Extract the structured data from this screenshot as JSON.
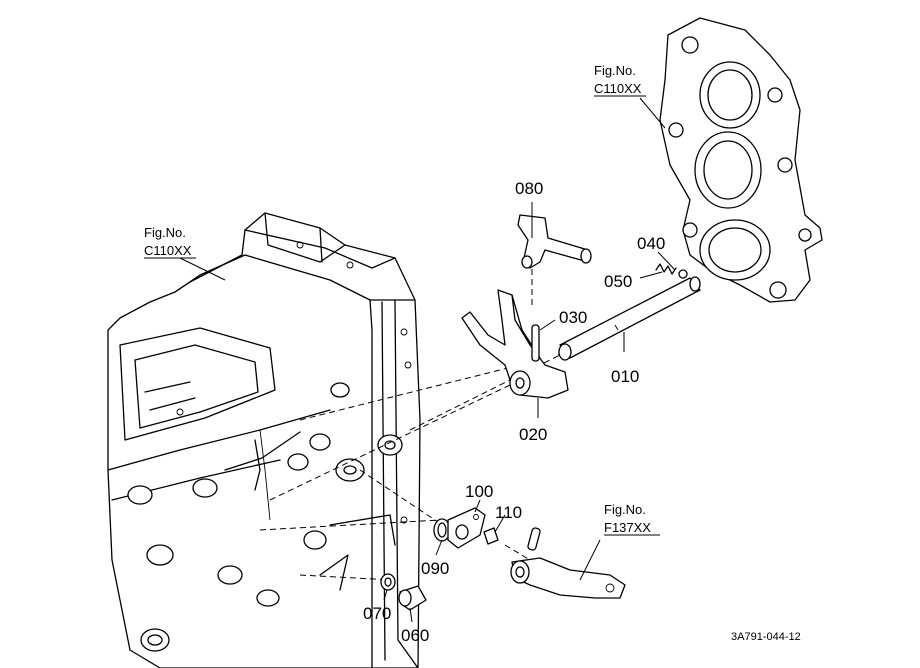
{
  "diagram": {
    "parts": [
      {
        "id": "p010",
        "label": "010",
        "name": "shaft"
      },
      {
        "id": "p020",
        "label": "020",
        "name": "shift-fork"
      },
      {
        "id": "p030",
        "label": "030",
        "name": "spring-pin"
      },
      {
        "id": "p040",
        "label": "040",
        "name": "ball"
      },
      {
        "id": "p050",
        "label": "050",
        "name": "spring"
      },
      {
        "id": "p060",
        "label": "060",
        "name": "plug"
      },
      {
        "id": "p070",
        "label": "070",
        "name": "washer"
      },
      {
        "id": "p080",
        "label": "080",
        "name": "lever"
      },
      {
        "id": "p090",
        "label": "090",
        "name": "o-ring"
      },
      {
        "id": "p100",
        "label": "100",
        "name": "plate"
      },
      {
        "id": "p110",
        "label": "110",
        "name": "bolt"
      }
    ],
    "figure_refs": [
      {
        "id": "ref-cover",
        "prefix": "Fig.No.",
        "code": "C110XX"
      },
      {
        "id": "ref-case",
        "prefix": "Fig.No.",
        "code": "C110XX"
      },
      {
        "id": "ref-arm",
        "prefix": "Fig.No.",
        "code": "F137XX"
      }
    ],
    "drawing_code": "3A791-044-12"
  }
}
